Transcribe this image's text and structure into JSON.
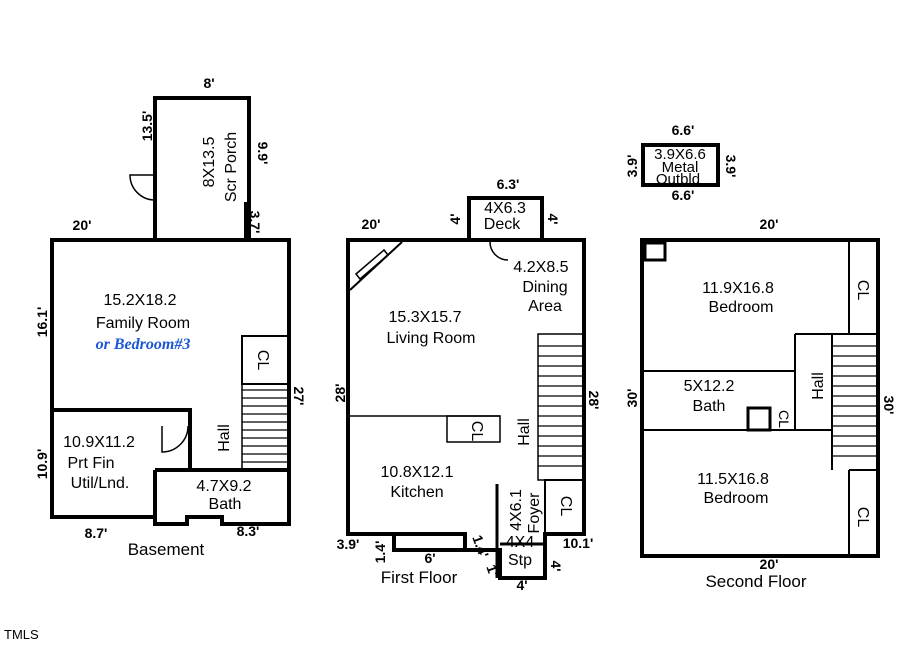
{
  "watermark": "TMLS",
  "basement": {
    "title": "Basement",
    "porch": {
      "size": "8X13.5",
      "name": "Scr Porch"
    },
    "family": {
      "size": "15.2X18.2",
      "name": "Family Room",
      "alt": "or Bedroom#3"
    },
    "cl": "CL",
    "hall": "Hall",
    "util": {
      "size": "10.9X11.2",
      "line2": "Prt Fin",
      "line3": "Util/Lnd."
    },
    "bath": {
      "size": "4.7X9.2",
      "name": "Bath"
    },
    "dims": {
      "porch_top": "8'",
      "porch_left": "13.5'",
      "porch_right": "9.9'",
      "porch_step": "3.7'",
      "top": "20'",
      "left_upper": "16.1'",
      "left_lower": "10.9'",
      "right": "27'",
      "bottom_left": "8.7'",
      "bottom_right": "8.3'"
    }
  },
  "first": {
    "title": "First Floor",
    "deck": {
      "size": "4X6.3",
      "name": "Deck"
    },
    "dining": {
      "size": "4.2X8.5",
      "line2": "Dining",
      "line3": "Area"
    },
    "living": {
      "size": "15.3X15.7",
      "name": "Living Room"
    },
    "cl_small": "CL",
    "hall": "Hall",
    "kitchen": {
      "size": "10.8X12.1",
      "name": "Kitchen"
    },
    "foyer": {
      "size": "4X6.1",
      "name": "Foyer"
    },
    "cl": "CL",
    "stp": {
      "size": "4X4",
      "name": "Stp"
    },
    "dims": {
      "deck_top": "6.3'",
      "deck_left": "4'",
      "deck_right": "4'",
      "top": "20'",
      "left": "28'",
      "right": "28'",
      "bl": "3.9'",
      "b_step1": "1.4'",
      "b_mid": "6'",
      "b_step2": "1.4'",
      "b_step3": "1'",
      "br": "10.1'",
      "stp_right": "4'",
      "stp_bottom": "4'"
    }
  },
  "outbuilding": {
    "size": "3.9X6.6",
    "line2": "Metal",
    "line3": "Outbld",
    "dims": {
      "top": "6.6'",
      "bottom": "6.6'",
      "left": "3.9'",
      "right": "3.9'"
    }
  },
  "second": {
    "title": "Second Floor",
    "bed1": {
      "size": "11.9X16.8",
      "name": "Bedroom"
    },
    "cl_top": "CL",
    "bath": {
      "size": "5X12.2",
      "name": "Bath"
    },
    "cl_bath": "CL",
    "hall": "Hall",
    "bed2": {
      "size": "11.5X16.8",
      "name": "Bedroom"
    },
    "cl_bottom": "CL",
    "dims": {
      "top": "20'",
      "bottom": "20'",
      "left": "30'",
      "right": "30'"
    }
  }
}
